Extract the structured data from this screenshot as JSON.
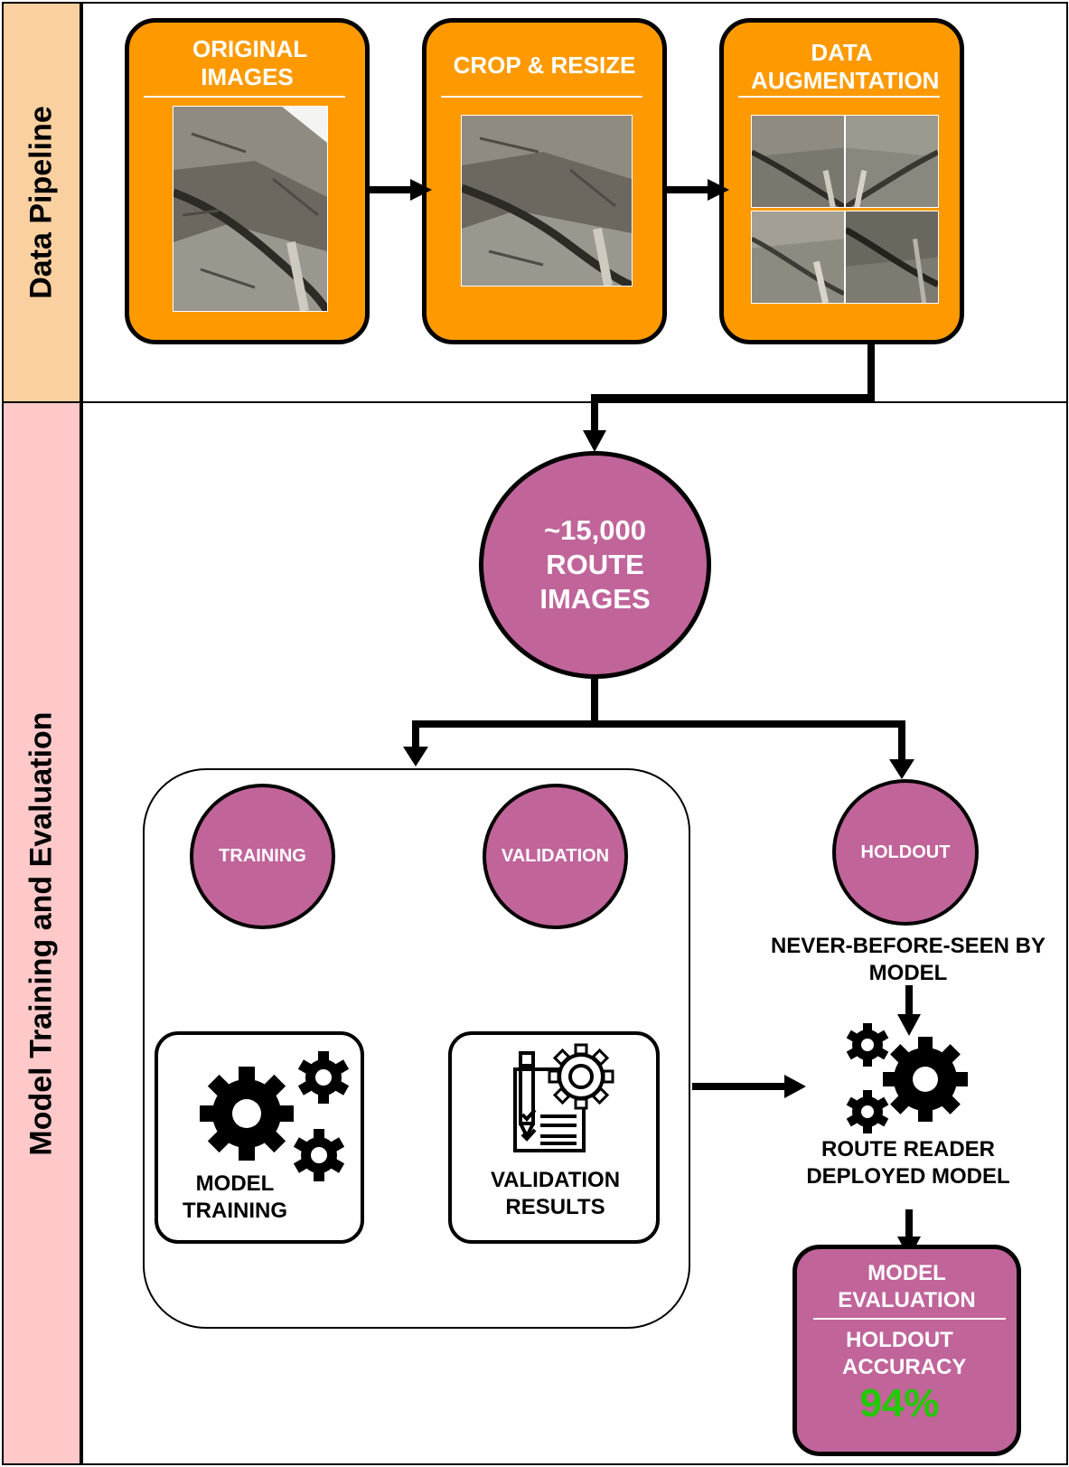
{
  "sections": {
    "data_pipeline_label": "Data Pipeline",
    "model_training_label": "Model Training and Evaluation"
  },
  "pipeline": {
    "original_images": "ORIGINAL IMAGES",
    "crop_resize": "CROP & RESIZE",
    "data_augmentation": "DATA AUGMENTATION"
  },
  "dataset": {
    "label": "~15,000 ROUTE IMAGES"
  },
  "splits": {
    "training": "TRAINING",
    "validation": "VALIDATION",
    "holdout": "HOLDOUT"
  },
  "boxes": {
    "model_training": "MODEL TRAINING",
    "validation_results": "VALIDATION RESULTS"
  },
  "holdout_note": "NEVER-BEFORE-SEEN BY MODEL",
  "deployed_model": "ROUTE READER DEPLOYED MODEL",
  "evaluation": {
    "title": "MODEL EVALUATION",
    "metric_label": "HOLDOUT ACCURACY",
    "metric_value": "94%",
    "metric_color": "#22C800"
  },
  "colors": {
    "pipeline_band": "#FBD0A0",
    "training_band": "#FFC9CA",
    "orange_box": "#FE9A00",
    "magenta": "#C0649A"
  },
  "icons": [
    "gears-icon",
    "checklist-gear-icon",
    "deployed-gears-icon"
  ]
}
